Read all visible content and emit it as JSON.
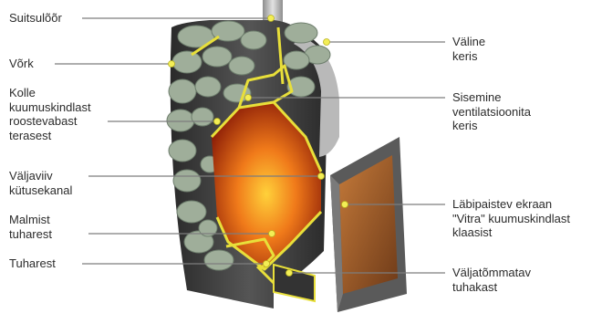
{
  "labels": {
    "chimney": [
      "Suitsulõõr"
    ],
    "mesh": [
      "Võrk"
    ],
    "grate_steel": [
      "Kolle",
      "kuumuskindlast",
      "roostevabast",
      "terasest"
    ],
    "fuel_channel": [
      "Väljaviiv",
      "kütusekanal"
    ],
    "cast_iron_grate": [
      "Malmist",
      "tuharest"
    ],
    "ash_grate": [
      "Tuharest"
    ],
    "outer_casing": [
      "Väline",
      "keris"
    ],
    "inner_casing": [
      "Sisemine",
      "ventilatsioonita",
      "keris"
    ],
    "glass_screen": [
      "Läbipaistev ekraan",
      "\"Vitra\" kuumuskindlast",
      "klaasist"
    ],
    "ash_drawer": [
      "Väljatõmmatav",
      "tuhakast"
    ]
  },
  "colors": {
    "leader_line": "#7d7d7d",
    "marker": "#f3ee55",
    "frame": "#dcd233",
    "fire": "#e35a12",
    "body": "#3a3a3a",
    "stone": "#9fae9a"
  }
}
